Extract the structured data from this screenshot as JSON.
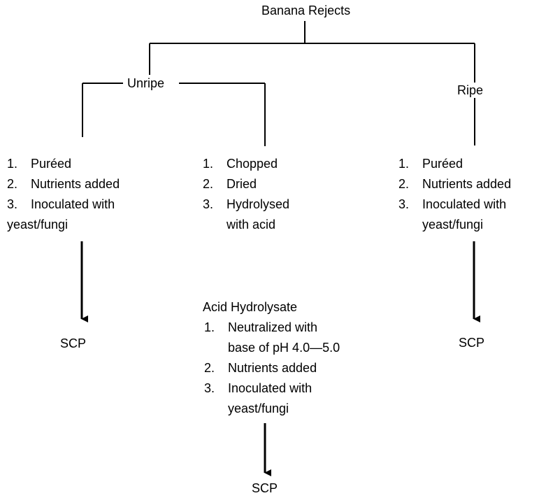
{
  "root": "Banana Rejects",
  "unripe": "Unripe",
  "ripe": "Ripe",
  "branch_unripe_puree": {
    "steps": [
      {
        "num": "1.",
        "text": [
          "Puréed"
        ]
      },
      {
        "num": "2.",
        "text": [
          "Nutrients added"
        ]
      },
      {
        "num": "3.",
        "text": [
          "Inoculated with",
          "yeast/fungi"
        ]
      }
    ],
    "output": "SCP"
  },
  "branch_unripe_chopped": {
    "steps": [
      {
        "num": "1.",
        "text": [
          "Chopped"
        ]
      },
      {
        "num": "2.",
        "text": [
          "Dried"
        ]
      },
      {
        "num": "3.",
        "text": [
          "Hydrolysed",
          "with acid"
        ]
      }
    ]
  },
  "acid_hydrolysate": {
    "title": "Acid Hydrolysate",
    "steps": [
      {
        "num": "1.",
        "text": [
          "Neutralized with",
          "base of pH 4.0—5.0"
        ]
      },
      {
        "num": "2.",
        "text": [
          "Nutrients added"
        ]
      },
      {
        "num": "3.",
        "text": [
          "Inoculated with",
          "yeast/fungi"
        ]
      }
    ],
    "output": "SCP"
  },
  "branch_ripe": {
    "steps": [
      {
        "num": "1.",
        "text": [
          "Puréed"
        ]
      },
      {
        "num": "2.",
        "text": [
          "Nutrients added"
        ]
      },
      {
        "num": "3.",
        "text": [
          "Inoculated with",
          "yeast/fungi"
        ]
      }
    ],
    "output": "SCP"
  }
}
